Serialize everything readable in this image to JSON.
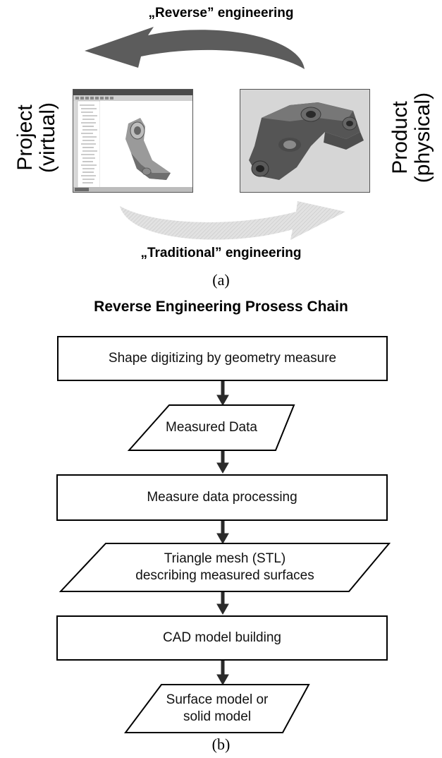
{
  "part_a": {
    "reverse_label": "„Reverse” engineering",
    "traditional_label": "„Traditional” engineering",
    "project_line1": "Project",
    "project_line2": "(virtual)",
    "product_line1": "Product",
    "product_line2": "(physical)",
    "caption": "(a)"
  },
  "part_b": {
    "title": "Reverse Engineering Prosess Chain",
    "steps": [
      {
        "shape": "rectangle",
        "lines": [
          "Shape digitizing by geometry measure"
        ]
      },
      {
        "shape": "parallelogram",
        "lines": [
          "Measured Data"
        ]
      },
      {
        "shape": "rectangle",
        "lines": [
          "Measure data processing"
        ]
      },
      {
        "shape": "parallelogram",
        "lines": [
          "Triangle mesh (STL)",
          "describing measured surfaces"
        ]
      },
      {
        "shape": "rectangle",
        "lines": [
          "CAD model building"
        ]
      },
      {
        "shape": "parallelogram",
        "lines": [
          "Surface model or",
          "solid model"
        ]
      }
    ],
    "caption": "(b)"
  },
  "colors": {
    "reverse_arrow": "#5a5a5a",
    "traditional_arrow": "#d6d6d6",
    "flow_arrow": "#2a2a2a",
    "border": "#000000"
  }
}
